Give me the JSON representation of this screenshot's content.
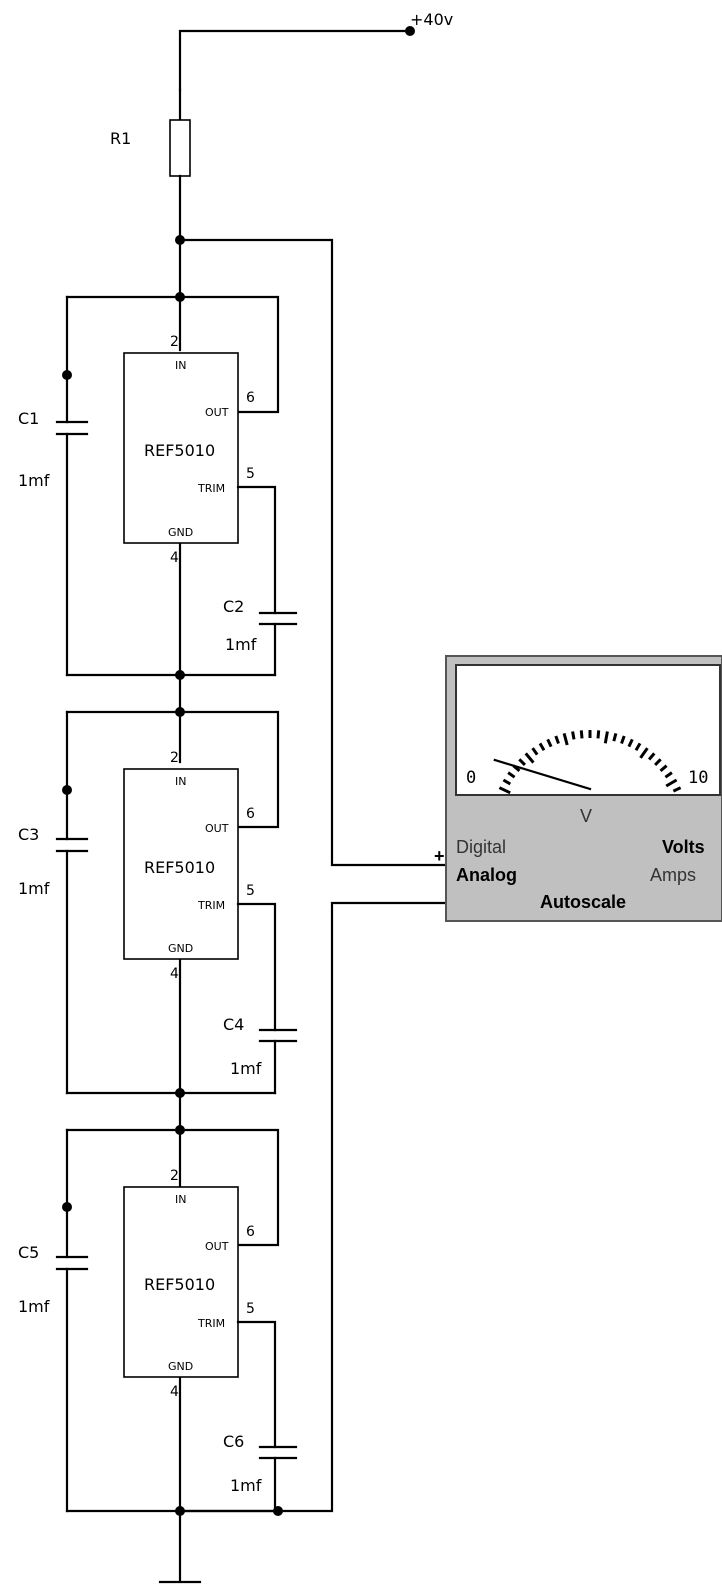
{
  "supply": {
    "label": "+40v"
  },
  "resistor": {
    "name": "R1"
  },
  "regulators": [
    {
      "part": "REF5010",
      "pins": {
        "in_num": "2",
        "in": "IN",
        "out_num": "6",
        "out": "OUT",
        "trim_num": "5",
        "trim": "TRIM",
        "gnd_num": "4",
        "gnd": "GND"
      }
    },
    {
      "part": "REF5010",
      "pins": {
        "in_num": "2",
        "in": "IN",
        "out_num": "6",
        "out": "OUT",
        "trim_num": "5",
        "trim": "TRIM",
        "gnd_num": "4",
        "gnd": "GND"
      }
    },
    {
      "part": "REF5010",
      "pins": {
        "in_num": "2",
        "in": "IN",
        "out_num": "6",
        "out": "OUT",
        "trim_num": "5",
        "trim": "TRIM",
        "gnd_num": "4",
        "gnd": "GND"
      }
    }
  ],
  "capacitors": [
    {
      "name": "C1",
      "value": "1mf"
    },
    {
      "name": "C2",
      "value": "1mf"
    },
    {
      "name": "C3",
      "value": "1mf"
    },
    {
      "name": "C4",
      "value": "1mf"
    },
    {
      "name": "C5",
      "value": "1mf"
    },
    {
      "name": "C6",
      "value": "1mf"
    }
  ],
  "meter": {
    "scale_min": "0",
    "scale_max": "10",
    "unit": "V",
    "plus_terminal": "+",
    "mode_digital": "Digital",
    "mode_analog": "Analog",
    "range_volts": "Volts",
    "range_amps": "Amps",
    "autoscale": "Autoscale",
    "needle_fraction": 0.07,
    "colors": {
      "panel": "#c0c0c0",
      "face": "#ffffff"
    }
  }
}
